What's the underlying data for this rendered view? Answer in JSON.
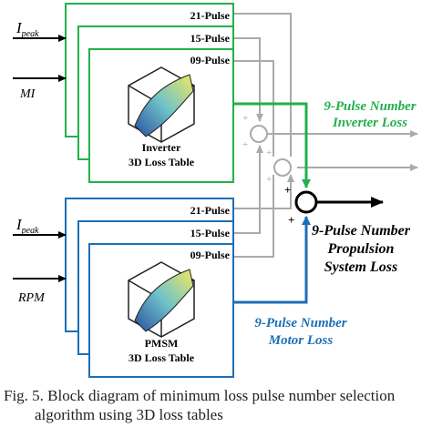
{
  "colors": {
    "inverter_green": "#22b04a",
    "motor_blue": "#1b6fb8",
    "gray_path": "#aaaaaa",
    "black": "#000000"
  },
  "inverter": {
    "inputs": {
      "peak_current": "I",
      "peak_sub": "peak",
      "mi": "MI"
    },
    "tables": [
      "21-Pulse",
      "15-Pulse",
      "09-Pulse"
    ],
    "name": "Inverter",
    "subtitle": "3D Loss Table",
    "output_label": [
      "9-Pulse Number",
      "Inverter Loss"
    ]
  },
  "motor": {
    "inputs": {
      "peak_current": "I",
      "peak_sub": "peak",
      "rpm": "RPM"
    },
    "tables": [
      "21-Pulse",
      "15-Pulse",
      "09-Pulse"
    ],
    "name": "PMSM",
    "subtitle": "3D Loss Table",
    "output_label": [
      "9-Pulse Number",
      "Motor Loss"
    ]
  },
  "summing": {
    "plus": "+"
  },
  "output_label": [
    "9-Pulse Number",
    "Propulsion",
    "System Loss"
  ],
  "caption": {
    "line1": "Fig. 5.  Block diagram of minimum loss pulse number selection",
    "line2": "algorithm using 3D loss tables"
  }
}
